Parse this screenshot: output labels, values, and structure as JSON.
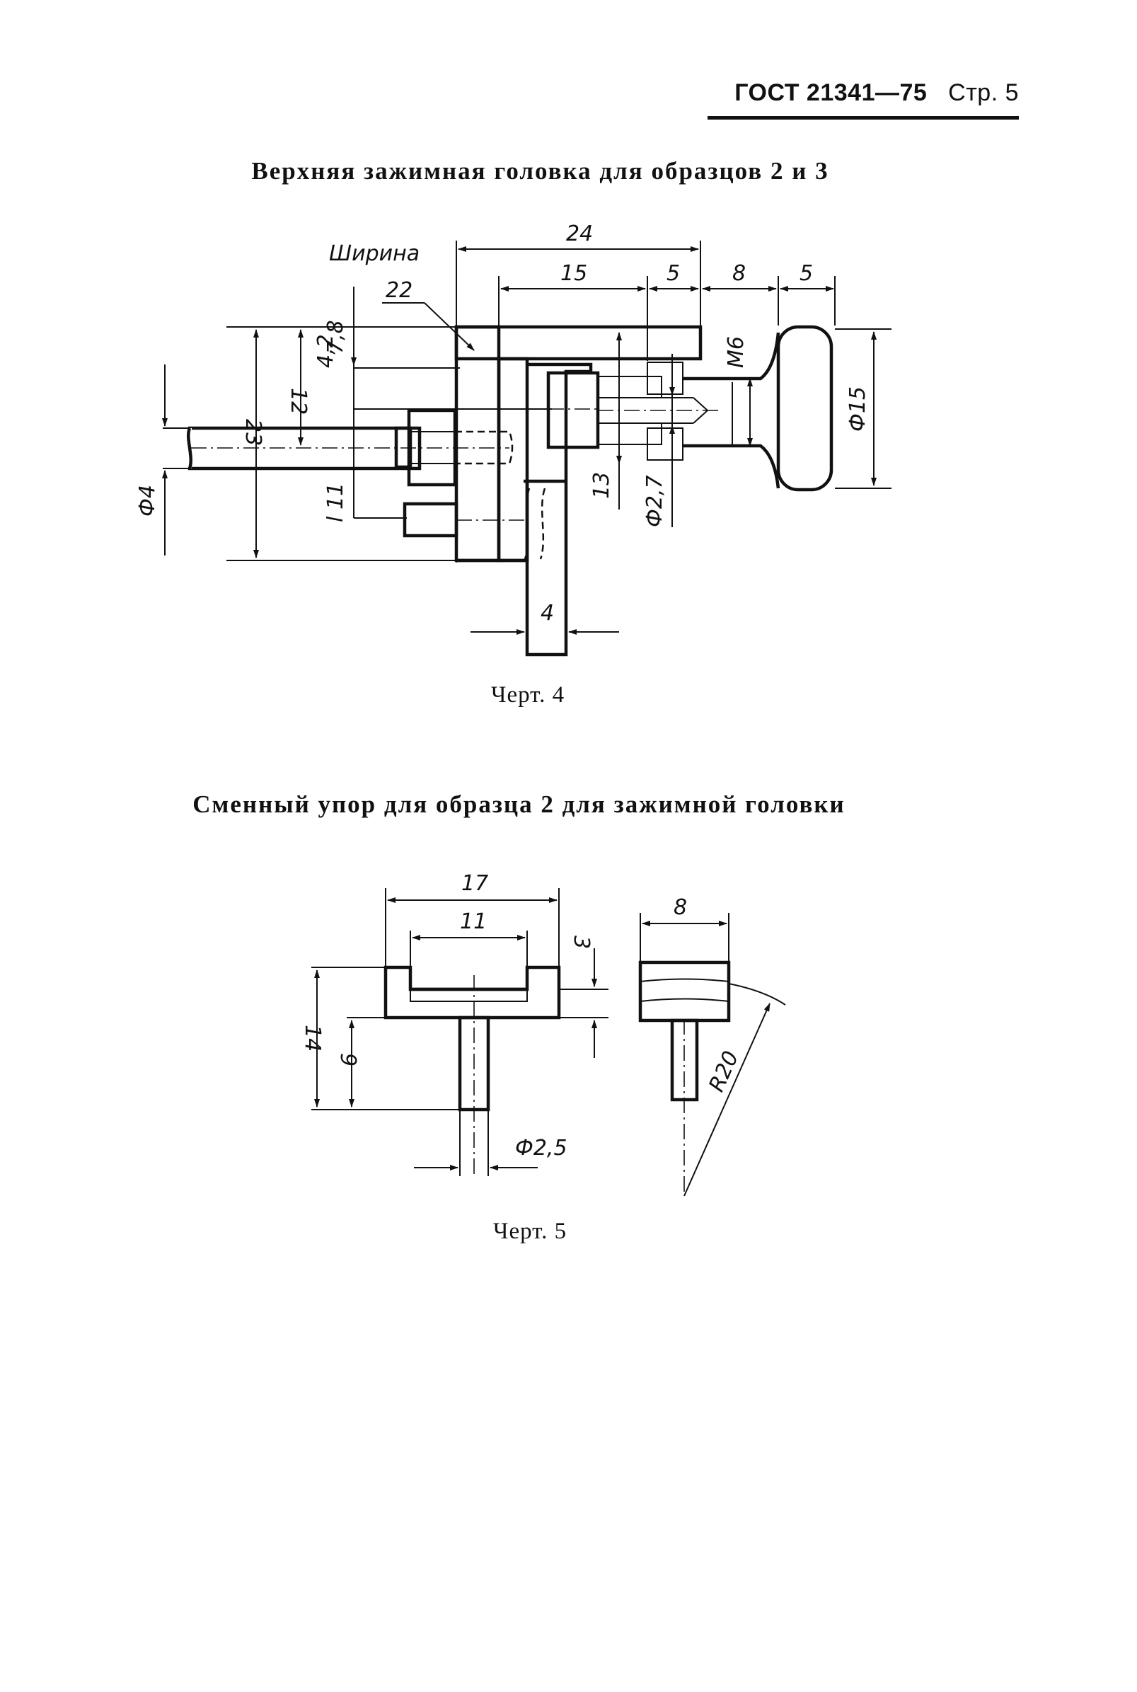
{
  "header": {
    "standard": "ГОСТ 21341—75",
    "page": "Стр. 5"
  },
  "figure1": {
    "title": "Верхняя зажимная головка для образцов 2 и 3",
    "caption": "Черт. 4",
    "labels": {
      "width_word": "Ширина",
      "d24": "24",
      "d15": "15",
      "d5a": "5",
      "d8": "8",
      "d5b": "5",
      "d22": "22",
      "d23": "23",
      "d12": "12",
      "d42": "4,2",
      "d78": "7,8",
      "m6": "М6",
      "phi15": "Ф15",
      "d13": "13",
      "phi27": "Ф2,7",
      "l11": "l 11",
      "phi4": "Ф4",
      "d4": "4"
    }
  },
  "figure2": {
    "title": "Сменный упор для образца 2 для зажимной головки",
    "caption": "Черт. 5",
    "labels": {
      "d17": "17",
      "d11": "11",
      "d3": "3",
      "d14": "14",
      "d9": "9",
      "phi25": "Ф2,5",
      "d8": "8",
      "r20": "R20"
    }
  }
}
